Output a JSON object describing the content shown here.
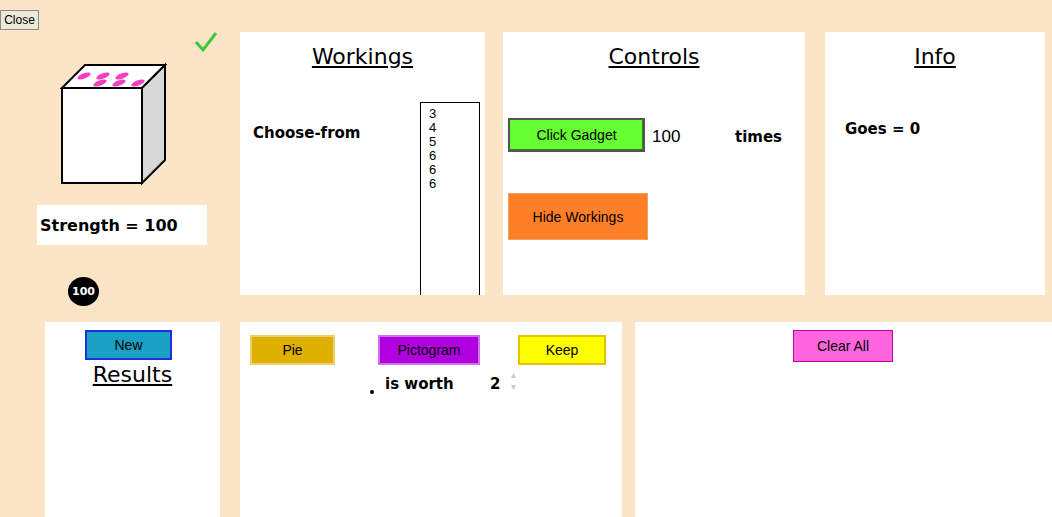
{
  "diagram": {
    "nodes": [
      {
        "text": [
          "Close"
        ]
      },
      {
        "text": [
          "Strength = 100"
        ]
      },
      {
        "text": [
          "100"
        ]
      },
      {
        "text": [
          "Workings",
          "Choose-from"
        ]
      },
      {
        "text": [
          "3",
          "4",
          "5",
          "6",
          "6",
          "6"
        ],
        "in": 3
      },
      {
        "text": [
          "Controls",
          "100",
          "times"
        ]
      },
      {
        "text": [
          "Click Gadget"
        ],
        "in": 5
      },
      {
        "text": [
          "Hide Workings"
        ],
        "in": 5
      },
      {
        "text": [
          "Info",
          "Goes = 0"
        ]
      },
      {
        "text": [
          "Results"
        ]
      },
      {
        "text": [
          "New"
        ],
        "in": 9
      },
      {
        "text": [
          "is worth",
          "2"
        ]
      },
      {
        "text": [
          "Pie"
        ],
        "in": 11
      },
      {
        "text": [
          "Pictogram"
        ],
        "in": 11
      },
      {
        "text": [
          "Keep"
        ],
        "in": 11
      },
      {
        "text": []
      },
      {
        "text": [
          "Clear All"
        ],
        "in": 15
      }
    ]
  }
}
